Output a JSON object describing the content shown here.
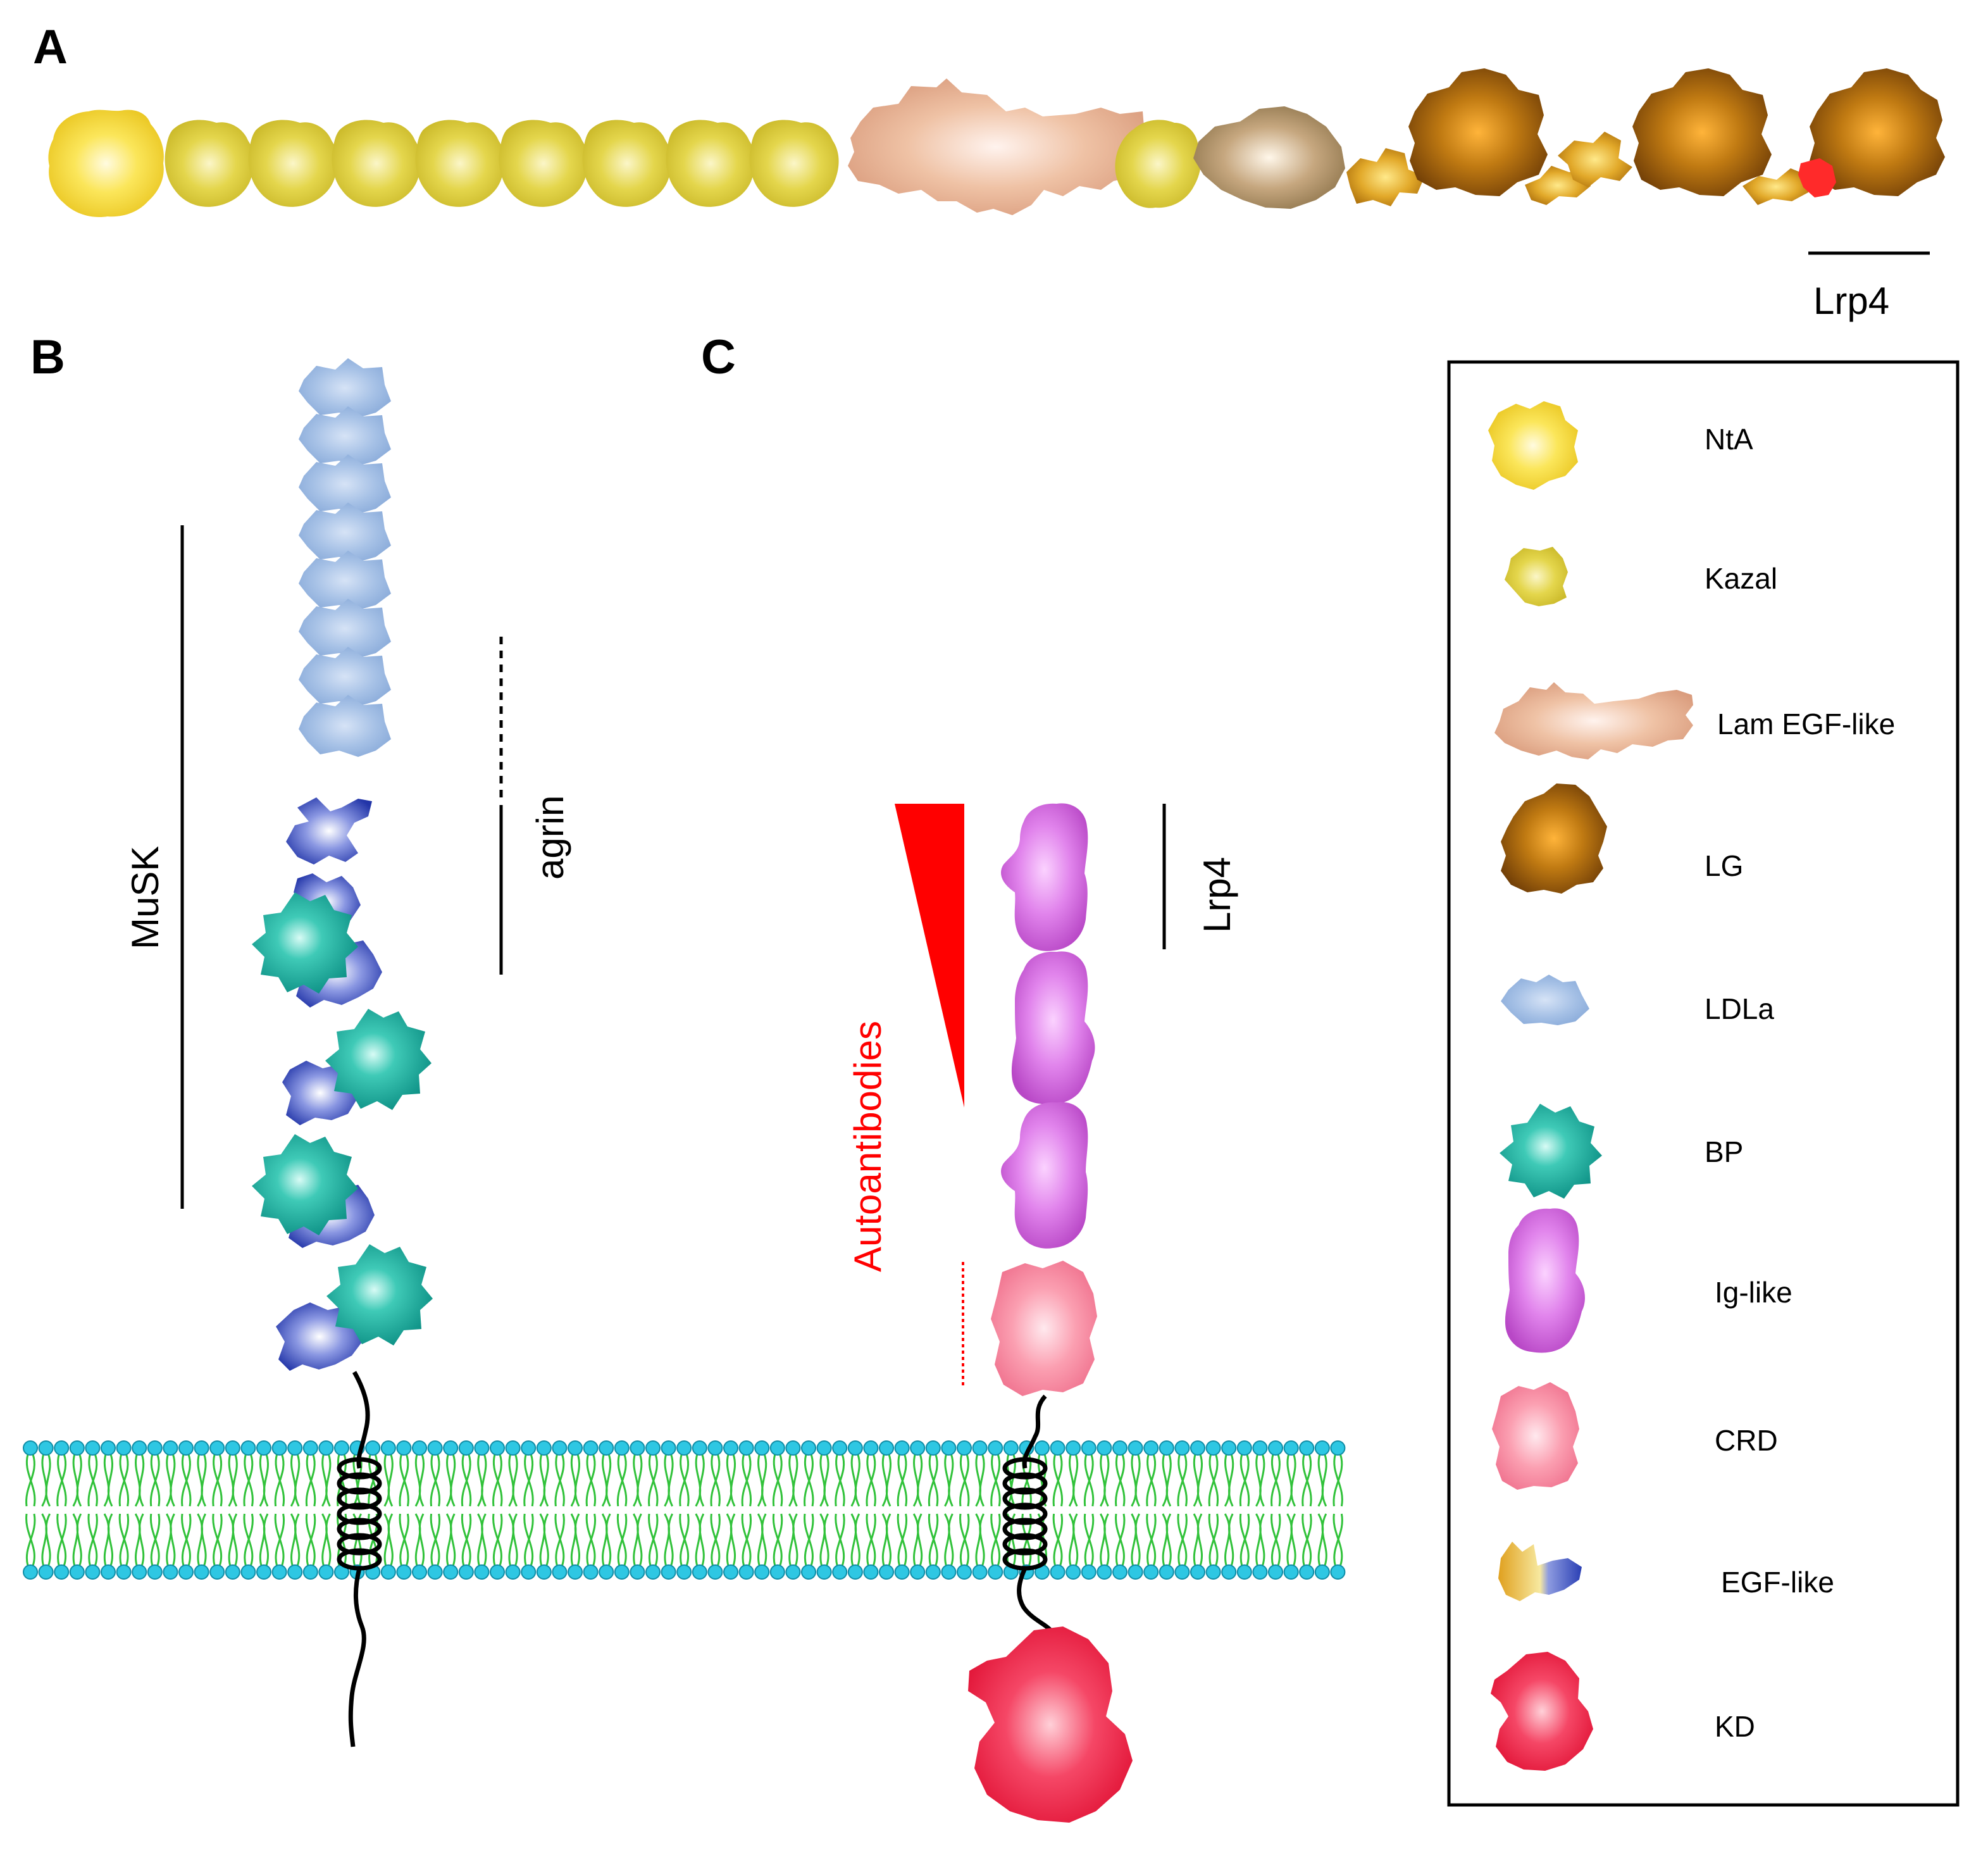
{
  "panels": {
    "a": "A",
    "b": "B",
    "c": "C"
  },
  "labels": {
    "lrp4_panel_a": "Lrp4",
    "musk": "MuSK",
    "agrin": "agrin",
    "autoantibodies": "Autoantibodies",
    "lrp4_panel_c": "Lrp4"
  },
  "legend": [
    {
      "label": "NtA",
      "icon": "nta-domain-icon",
      "color": "#f5d637"
    },
    {
      "label": "Kazal",
      "icon": "kazal-domain-icon",
      "color": "#dccc3a"
    },
    {
      "label": "Lam EGF-like",
      "icon": "lam-egf-like-domain-icon",
      "color": "#e9b190"
    },
    {
      "label": "LG",
      "icon": "lg-domain-icon",
      "color": "#b8720c"
    },
    {
      "label": "LDLa",
      "icon": "ldla-domain-icon",
      "color": "#9bb9e0"
    },
    {
      "label": "BP",
      "icon": "bp-domain-icon",
      "color": "#1aab9c"
    },
    {
      "label": "Ig-like",
      "icon": "ig-like-domain-icon",
      "color": "#cf5fd6"
    },
    {
      "label": "CRD",
      "icon": "crd-domain-icon",
      "color": "#f7879d"
    },
    {
      "label": "EGF-like",
      "icon": "egf-like-domain-icon",
      "color": "#d99a1b"
    },
    {
      "label": "KD",
      "icon": "kd-domain-icon",
      "color": "#ef2a4b"
    }
  ],
  "colors": {
    "membrane_head": "#2ec7e3",
    "membrane_tail": "#31c23a",
    "autoantibody_red": "#ff0000",
    "egf_like_blue": "#2a3fb4"
  }
}
